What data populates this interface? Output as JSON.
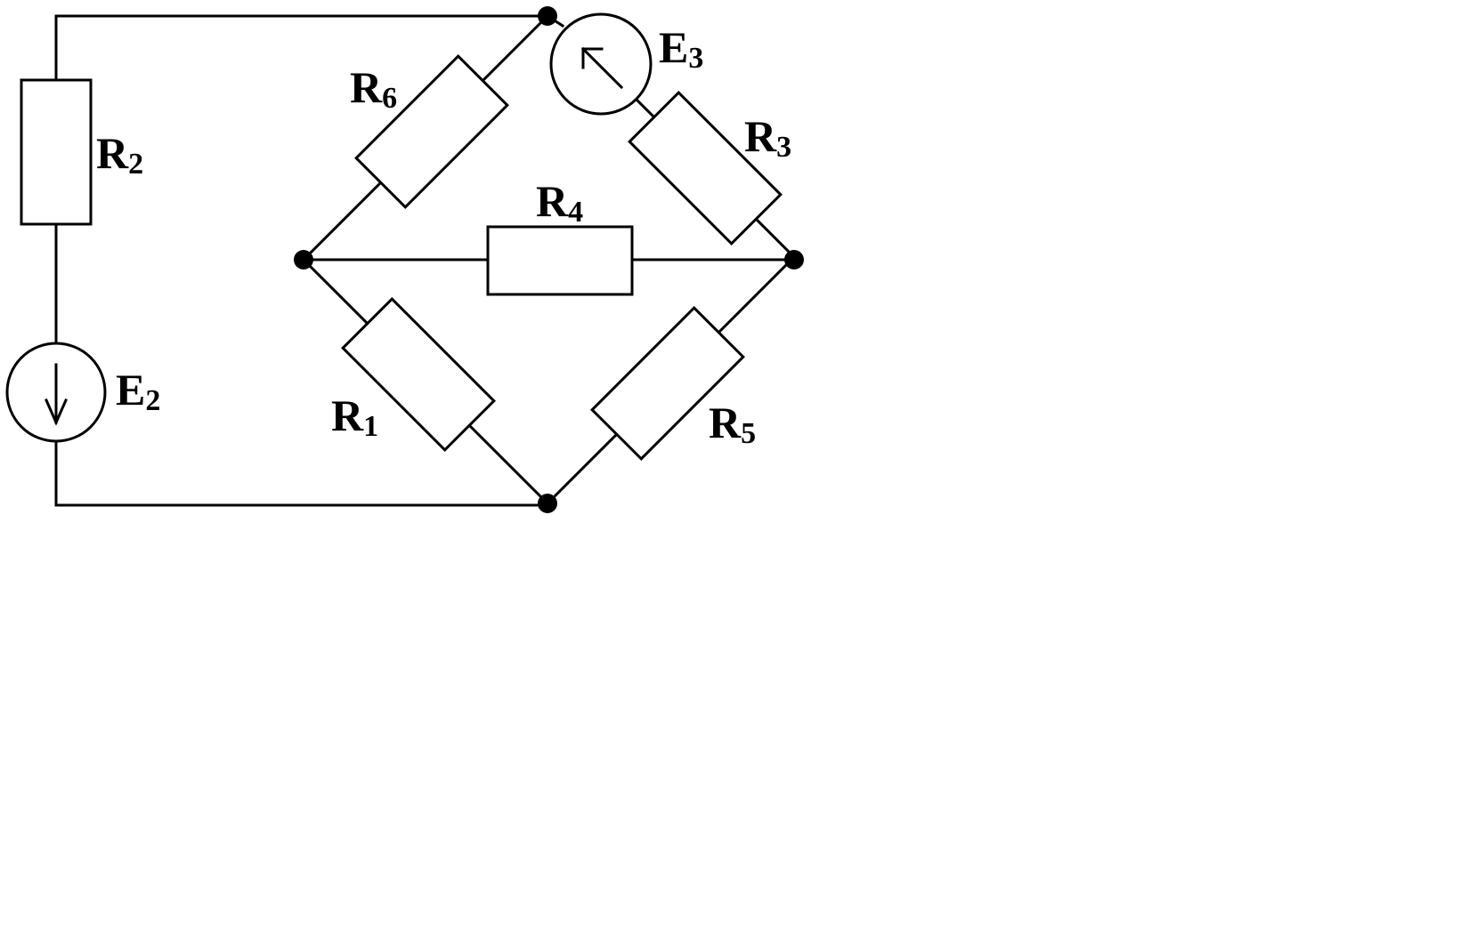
{
  "labels": {
    "R1": {
      "main": "R",
      "sub": "1"
    },
    "R2": {
      "main": "R",
      "sub": "2"
    },
    "R3": {
      "main": "R",
      "sub": "3"
    },
    "R4": {
      "main": "R",
      "sub": "4"
    },
    "R5": {
      "main": "R",
      "sub": "5"
    },
    "R6": {
      "main": "R",
      "sub": "6"
    },
    "E2": {
      "main": "E",
      "sub": "2"
    },
    "E3": {
      "main": "E",
      "sub": "3"
    }
  },
  "colors": {
    "line": "#000000",
    "background": "#ffffff"
  }
}
